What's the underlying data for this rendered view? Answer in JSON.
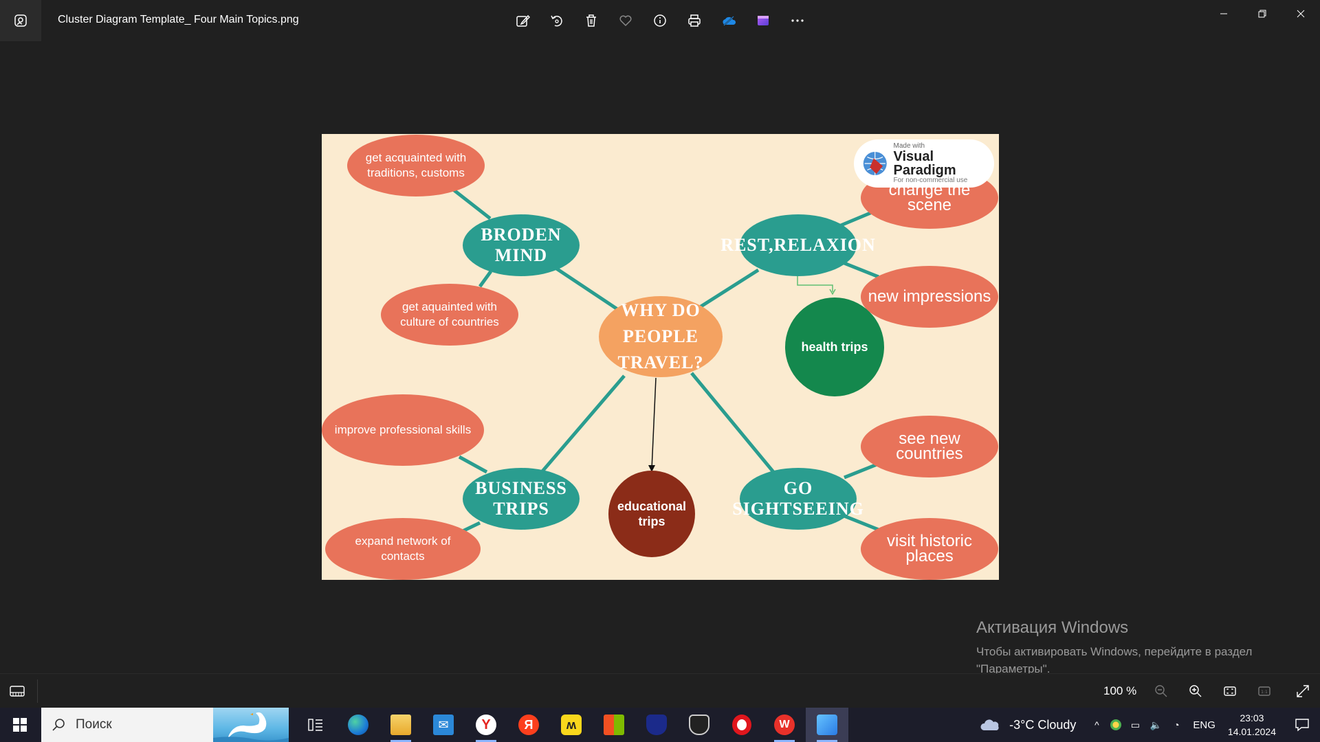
{
  "window": {
    "title": "Cluster Diagram Template_ Four Main Topics.png"
  },
  "toolbar": {
    "buttons": [
      "edit-image-icon",
      "rotate-icon",
      "delete-icon",
      "favorite-icon",
      "info-icon",
      "print-icon",
      "onedrive-icon",
      "clipchamp-icon",
      "more-icon"
    ]
  },
  "diagram": {
    "center": "Why do people travel?",
    "topics": {
      "broden_mind": "Broden mind",
      "rest_relaxion": "Rest,relaxion",
      "business_trips": "Business trips",
      "go_sightseeing": "Go sightseeing"
    },
    "leaves": {
      "traditions": "get acquainted with traditions, customs",
      "culture": "get aquainted with culture of countries",
      "change_scene": "change the scene",
      "new_impressions": "new impressions",
      "professional_skills": "improve professional skills",
      "network": "expand network of contacts",
      "new_countries": "see new countries",
      "historic_places": "visit historic places"
    },
    "health_trips": "health trips",
    "educational_trips": "educational trips",
    "badge": {
      "made_with": "Made with",
      "brand": "Visual Paradigm",
      "note": "For non-commercial use"
    },
    "colors": {
      "background": "#fbebd0",
      "leaf": "#e8735a",
      "topic": "#2a9d8f",
      "center": "#f4a261",
      "health": "#14884d",
      "educational": "#8b2c18"
    }
  },
  "activation": {
    "title": "Активация Windows",
    "text": "Чтобы активировать Windows, перейдите в раздел \"Параметры\"."
  },
  "statusbar": {
    "zoom": "100 %"
  },
  "taskbar": {
    "search_placeholder": "Поиск",
    "weather": "-3°C  Cloudy",
    "lang": "ENG",
    "time": "23:03",
    "date": "14.01.2024",
    "apps": [
      "task-view-icon",
      "edge-icon",
      "file-explorer-icon",
      "mail-icon",
      "yandex-browser-icon",
      "yandex-icon",
      "app-icon",
      "store-icon",
      "shield-app-icon",
      "app-shield-dark-icon",
      "opera-icon",
      "wps-office-icon",
      "photos-icon"
    ]
  }
}
